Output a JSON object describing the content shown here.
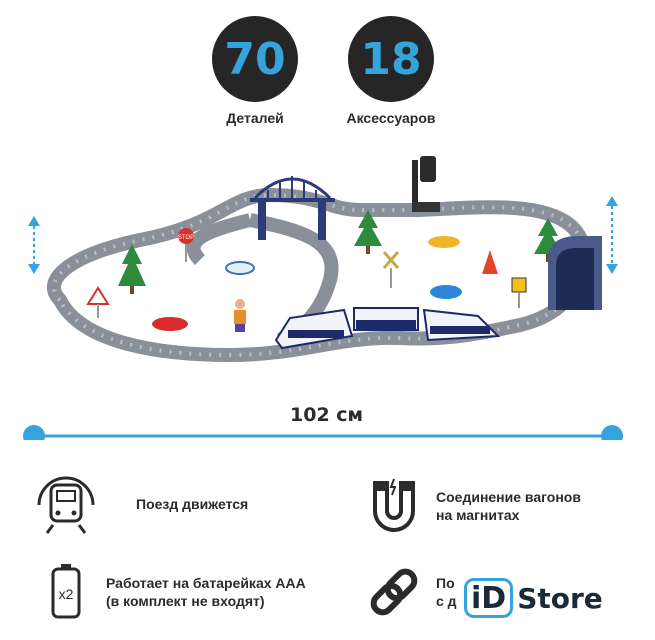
{
  "stats": {
    "details": {
      "value": "70",
      "label": "Деталей"
    },
    "accessories": {
      "value": "18",
      "label": "Аксессуаров"
    }
  },
  "dimension": {
    "label": "102 см"
  },
  "features": {
    "train_moves": {
      "text": "Поезд движется",
      "icon": "train-front-icon"
    },
    "magnet": {
      "line1": "Соединение вагонов",
      "line2": "на магнитах",
      "icon": "magnet-icon"
    },
    "battery": {
      "line1": "Работает на батарейках ААА",
      "line2": "(в комплект не входят)",
      "icon": "battery-x2-icon"
    },
    "link": {
      "line1": "По",
      "line2": "с д",
      "icon": "chain-link-icon"
    }
  },
  "signs": {
    "stop": "STOP"
  },
  "logo": {
    "box": "iD",
    "word": "Store"
  },
  "colors": {
    "accent": "#35a3dc",
    "circle": "#262626",
    "track": "#8a9099",
    "train_blue": "#1c2a6b"
  }
}
